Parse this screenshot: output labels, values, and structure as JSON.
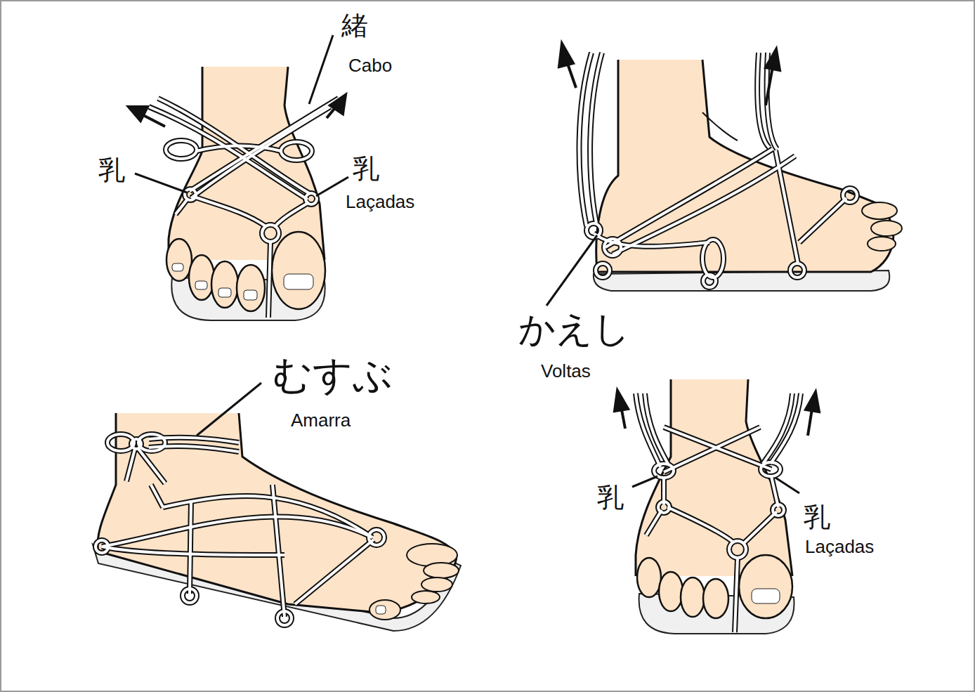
{
  "diagram": {
    "labels": [
      "緒",
      "Cabo",
      "乳",
      "乳",
      "Laçadas",
      "かえし",
      "Voltas",
      "むすぶ",
      "Amarra",
      "乳",
      "乳",
      "Laçadas"
    ]
  }
}
